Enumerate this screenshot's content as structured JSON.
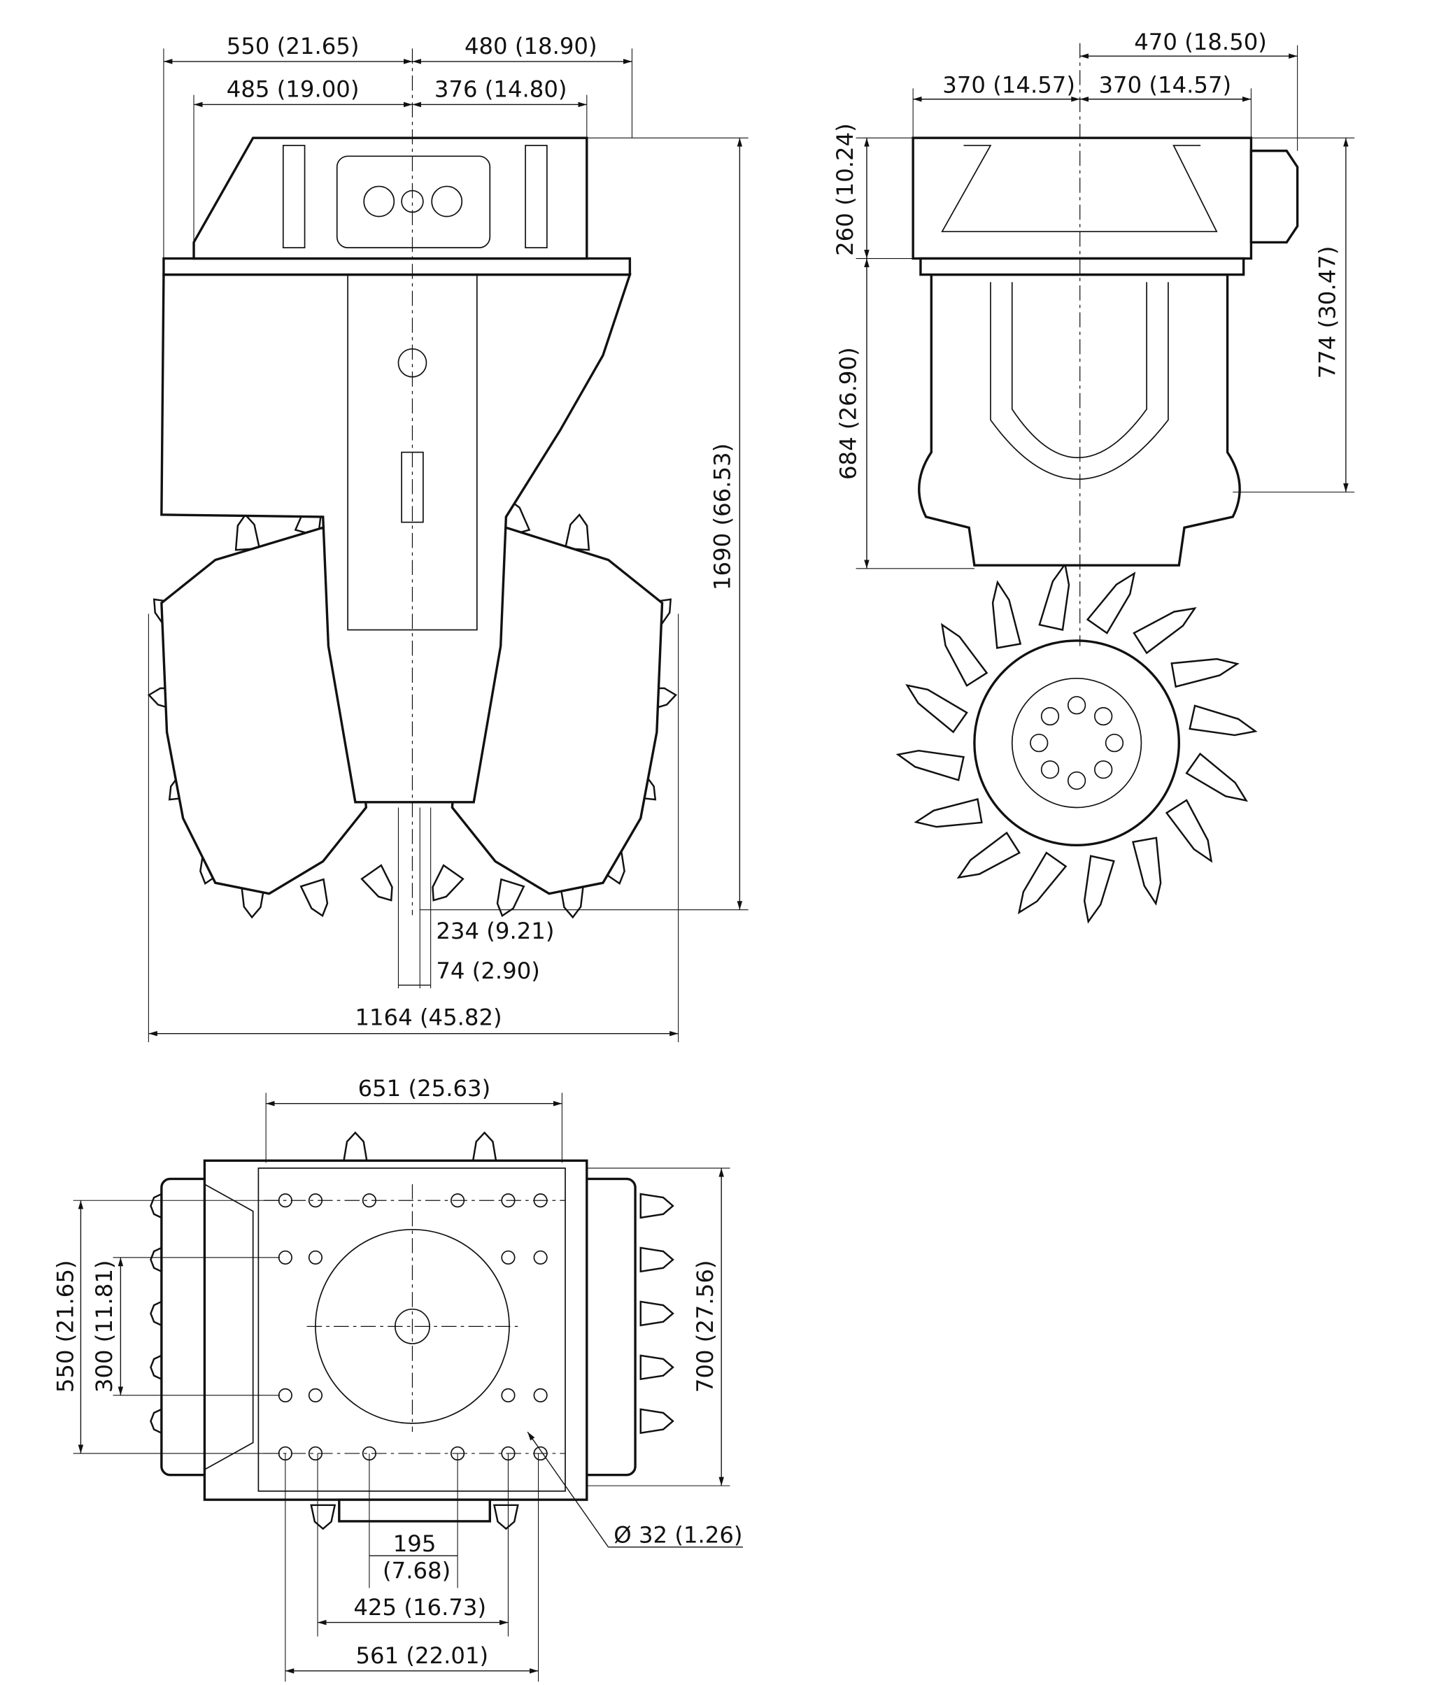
{
  "front_view": {
    "width_left": "550 (21.65)",
    "width_right": "480 (18.90)",
    "mount_left": "485 (19.00)",
    "mount_right": "376 (14.80)",
    "height_total": "1690 (66.53)",
    "center_offset": "234 (9.21)",
    "gap": "74 (2.90)",
    "width_total": "1164 (45.82)"
  },
  "side_view": {
    "width_right": "470 (18.50)",
    "half_left": "370 (14.57)",
    "half_right": "370 (14.57)",
    "head_height": "260 (10.24)",
    "body_height": "684 (26.90)",
    "upper_height": "774 (30.47)"
  },
  "bottom_view": {
    "hole_span_x": "651 (25.63)",
    "hole_span_y_outer": "550 (21.65)",
    "hole_span_y_inner": "300 (11.81)",
    "plate_height": "700 (27.56)",
    "inner_span_mm": "195",
    "inner_span_in": "(7.68)",
    "mid_span": "425 (16.73)",
    "outer_span": "561 (22.01)",
    "hole_diameter": "Ø 32 (1.26)"
  }
}
